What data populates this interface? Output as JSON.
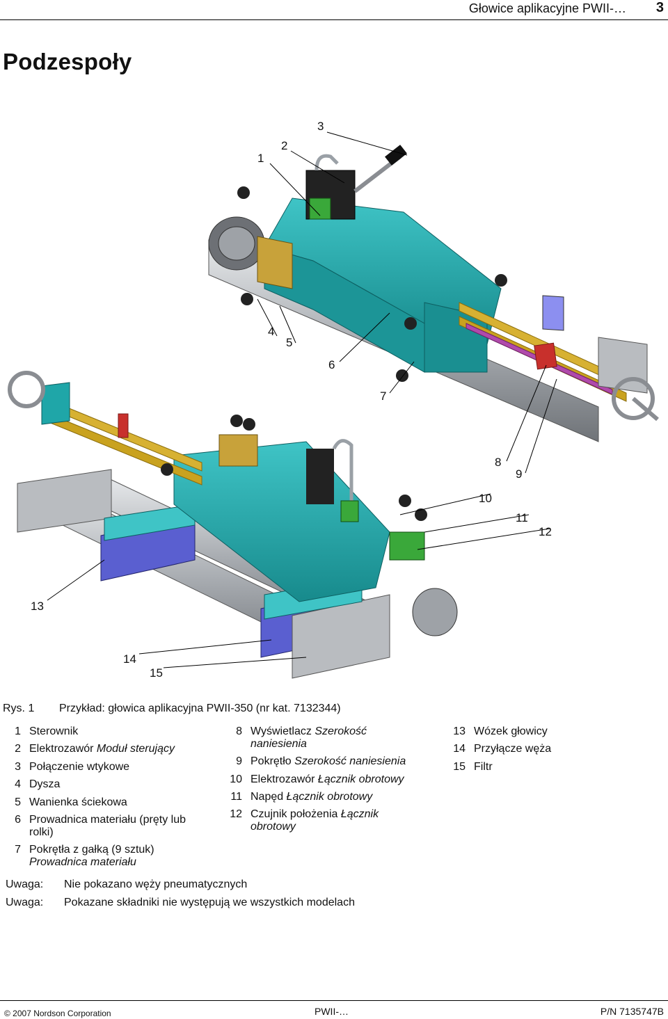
{
  "header": {
    "title": "Głowice aplikacyjne PWII-…",
    "page_number": "3"
  },
  "section_title": "Podzespoły",
  "callouts": [
    "1",
    "2",
    "3",
    "4",
    "5",
    "6",
    "7",
    "8",
    "9",
    "10",
    "11",
    "12",
    "13",
    "14",
    "15"
  ],
  "caption": {
    "label": "Rys. 1",
    "text": "Przykład: głowica aplikacyjna PWII-350 (nr kat. 7132344)"
  },
  "legend": {
    "col1": [
      {
        "num": "1",
        "text": "Sterownik"
      },
      {
        "num": "2",
        "text": "Elektrozawór ",
        "italic": "Moduł sterujący"
      },
      {
        "num": "3",
        "text": "Połączenie wtykowe"
      },
      {
        "num": "4",
        "text": "Dysza"
      },
      {
        "num": "5",
        "text": "Wanienka ściekowa"
      },
      {
        "num": "6",
        "text": "Prowadnica materiału (pręty lub",
        "text2": "rolki)"
      },
      {
        "num": "7",
        "text": "Pokrętła z gałką (9 sztuk)",
        "italic2": "Prowadnica materiału"
      }
    ],
    "col2": [
      {
        "num": "8",
        "text": "Wyświetlacz ",
        "italic": "Szerokość",
        "italic2": "naniesienia"
      },
      {
        "num": "9",
        "text": "Pokrętło ",
        "italic": "Szerokość naniesienia"
      },
      {
        "num": "10",
        "text": "Elektrozawór ",
        "italic": "Łącznik obrotowy"
      },
      {
        "num": "11",
        "text": "Napęd ",
        "italic": "Łącznik obrotowy"
      },
      {
        "num": "12",
        "text": "Czujnik położenia ",
        "italic": "Łącznik",
        "italic2": "obrotowy"
      }
    ],
    "col3": [
      {
        "num": "13",
        "text": "Wózek głowicy"
      },
      {
        "num": "14",
        "text": "Przyłącze węża"
      },
      {
        "num": "15",
        "text": "Filtr"
      }
    ]
  },
  "notes": [
    {
      "label": "Uwaga:",
      "text": "Nie pokazano węży pneumatycznych"
    },
    {
      "label": "Uwaga:",
      "text": "Pokazane składniki nie występują we wszystkich modelach"
    }
  ],
  "footer": {
    "copyright": "© 2007 Nordson Corporation",
    "doc": "PWII-…",
    "part_number": "P/N 7135747B"
  },
  "colors": {
    "cyan_part": "#1fa6a8",
    "yellow_rod": "#c9a21f",
    "magenta_rod": "#a23a9e",
    "red_part": "#c8302c",
    "green_part": "#2e9b2e",
    "blue_block": "#5a5fd0",
    "grey_part": "#b9bcc0"
  }
}
